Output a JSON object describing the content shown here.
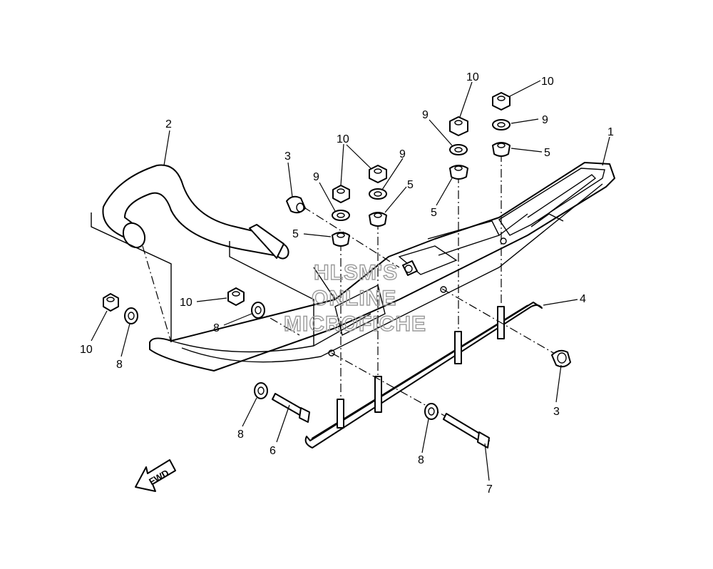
{
  "callouts": {
    "c1": "1",
    "c2": "2",
    "c3a": "3",
    "c3b": "3",
    "c4": "4",
    "c5a": "5",
    "c5b": "5",
    "c5c": "5",
    "c5d": "5",
    "c6": "6",
    "c7": "7",
    "c8a": "8",
    "c8b": "8",
    "c8c": "8",
    "c8d": "8",
    "c9a": "9",
    "c9b": "9",
    "c9c": "9",
    "c9d": "9",
    "c10a": "10",
    "c10b": "10",
    "c10c": "10",
    "c10d": "10",
    "c10e": "10"
  },
  "watermark": {
    "line1": "HLSM'S",
    "line2": "ONLINE",
    "line3": "MICROFICHE"
  },
  "direction": {
    "label": "FWD"
  }
}
